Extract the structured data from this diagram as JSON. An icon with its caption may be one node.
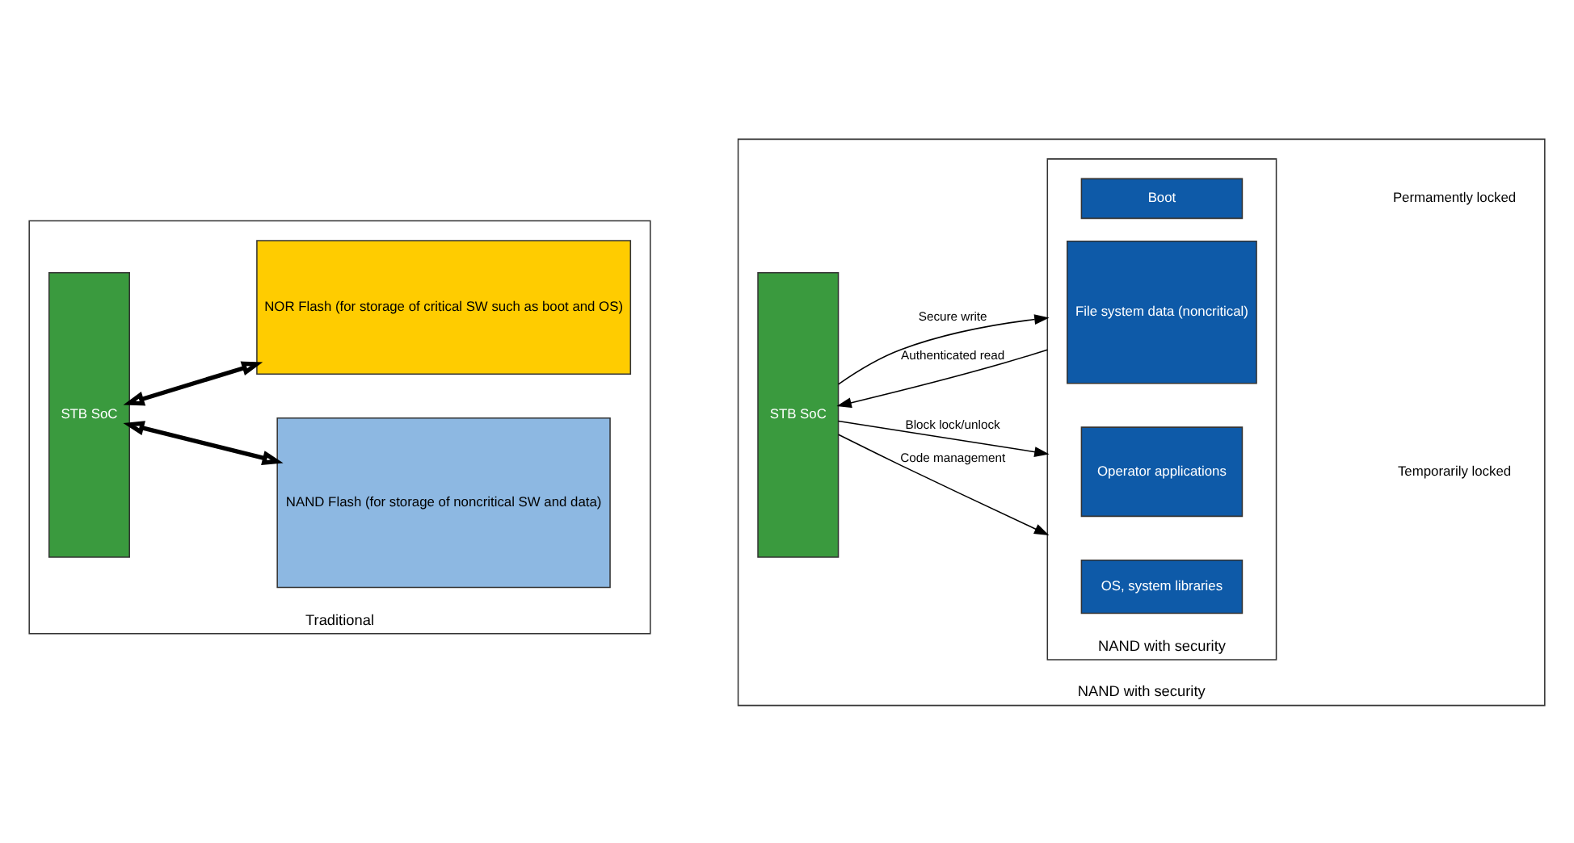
{
  "diagram": {
    "nodes": [
      {
        "text": [
          "Traditional"
        ]
      },
      {
        "text": [
          "STB SoC"
        ],
        "in": 0
      },
      {
        "text": [
          "NOR Flash (for storage of critical SW such as boot and OS)"
        ],
        "in": 0
      },
      {
        "text": [
          "NAND Flash (for storage of noncritical SW and data)"
        ],
        "in": 0
      },
      {
        "text": [
          "NAND with security"
        ]
      },
      {
        "text": [
          "STB SoC"
        ],
        "in": 4
      },
      {
        "text": [
          "NAND with security"
        ],
        "in": 4
      },
      {
        "text": [
          "Boot"
        ],
        "in": 6
      },
      {
        "text": [
          "OS, system libraries"
        ],
        "in": 6
      },
      {
        "text": [
          "Operator applications"
        ],
        "in": 6
      },
      {
        "text": [
          "File system data (noncritical)"
        ],
        "in": 6
      }
    ],
    "edges": [
      {
        "from": 1,
        "to": 2,
        "arrow": "both",
        "style": "thick"
      },
      {
        "from": 1,
        "to": 3,
        "arrow": "both",
        "style": "thick"
      },
      {
        "from": 5,
        "to": 6,
        "arrow": "to",
        "label": "Code management"
      },
      {
        "from": 5,
        "to": 6,
        "arrow": "to",
        "label": "Block lock/unlock"
      },
      {
        "from": 6,
        "to": 5,
        "arrow": "to",
        "label": "Authenticated read"
      },
      {
        "from": 5,
        "to": 6,
        "arrow": "to",
        "label": "Secure write"
      }
    ],
    "labels": [
      "Permamently locked",
      "Temporarily locked"
    ]
  }
}
